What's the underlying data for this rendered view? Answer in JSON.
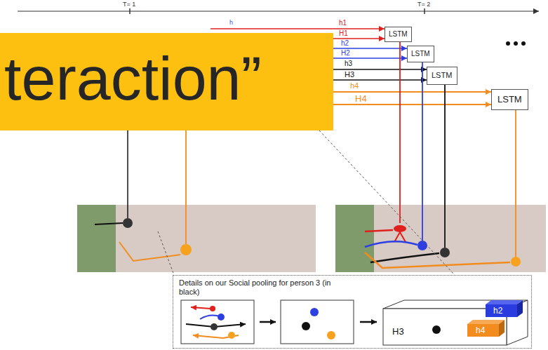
{
  "diagram": {
    "nodes": [
      {
        "text": [
          "teraction”"
        ]
      },
      {
        "text": [
          "LSTM"
        ]
      },
      {
        "text": [
          "LSTM"
        ]
      },
      {
        "text": [
          "LSTM"
        ]
      },
      {
        "text": [
          "LSTM"
        ]
      },
      {
        "text": [
          "Details on our Social pooling for person 3 (in black)"
        ]
      }
    ],
    "labels": [
      "T= 1",
      "T= 2",
      "h",
      "h1",
      "H1",
      "h2",
      "H2",
      "h3",
      "H3",
      "h4",
      "H4",
      "h2",
      "h4",
      "H3"
    ]
  }
}
